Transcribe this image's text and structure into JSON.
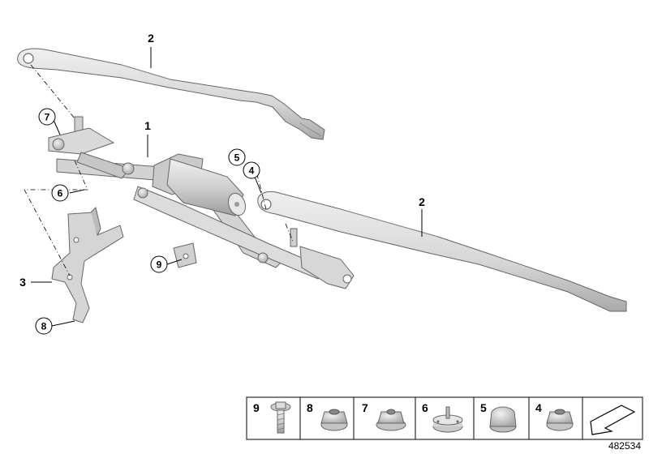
{
  "callouts": {
    "wiper_arm_left": "2",
    "wiper_arm_right": "2",
    "linkage_motor": "1",
    "bracket": "3",
    "nut_7": "7",
    "nut_6": "6",
    "nut_5": "5",
    "nut_4": "4",
    "screw_9": "9",
    "nut_8": "8"
  },
  "legend": {
    "items": [
      {
        "number": "9",
        "part": "screw-with-washer"
      },
      {
        "number": "8",
        "part": "hex-flange-nut"
      },
      {
        "number": "7",
        "part": "hex-flange-nut"
      },
      {
        "number": "6",
        "part": "expanding-nut"
      },
      {
        "number": "5",
        "part": "cap"
      },
      {
        "number": "4",
        "part": "hex-nut"
      }
    ]
  },
  "doc_id": "482534",
  "colors": {
    "part_fill": "#dfdfdf",
    "part_shadow": "#b9b9b9",
    "outline": "#555555",
    "frame": "#000000"
  }
}
